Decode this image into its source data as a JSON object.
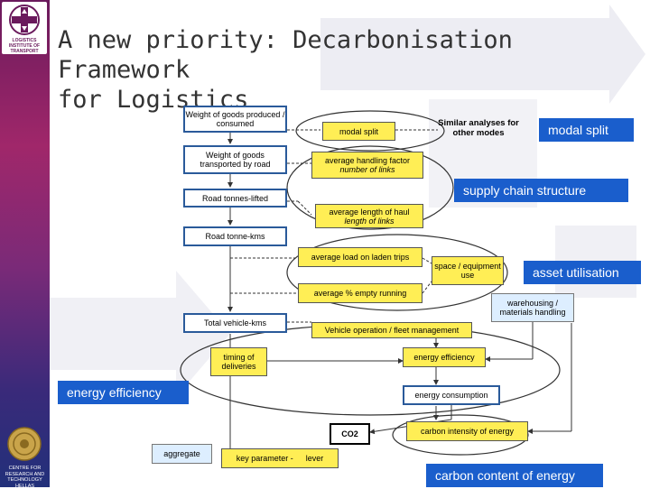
{
  "slide": {
    "title_line1": "A new priority: Decarbonisation Framework",
    "title_line2": "for Logistics"
  },
  "logos": {
    "top_text": "LOGISTICS INSTITUTE OF TRANSPORT",
    "bottom_text_1": "CENTRE FOR",
    "bottom_text_2": "RESEARCH AND",
    "bottom_text_3": "TECHNOLOGY",
    "bottom_text_4": "HELLAS"
  },
  "diagram": {
    "chain": {
      "weight_produced": "Weight of goods produced / consumed",
      "weight_transported": "Weight of goods transported by road",
      "tonnes_lifted": "Road tonnes-lifted",
      "tonne_kms": "Road tonne-kms",
      "vehicle_kms": "Total vehicle-kms"
    },
    "params": {
      "modal_split": "modal split",
      "handling_factor": "average handling factor",
      "handling_factor_sub": "number of links",
      "length_of_haul": "average length of haul",
      "length_of_haul_sub": "length of links",
      "avg_load": "average load on laden trips",
      "empty_running": "average % empty running",
      "space_equipment": "space / equipment use",
      "fleet_management": "Vehicle operation / fleet management",
      "timing": "timing of deliveries",
      "energy_efficiency": "energy efficiency",
      "carbon_intensity": "carbon intensity of energy",
      "key_parameter": "key parameter -",
      "lever": "lever"
    },
    "light": {
      "warehousing": "warehousing / materials handling"
    },
    "outputs": {
      "energy_consumption": "energy consumption",
      "co2": "CO2",
      "aggregate": "aggregate"
    },
    "note": "Similar analyses for other modes",
    "category_labels": {
      "modal_split": "modal split",
      "supply_chain": "supply chain structure",
      "asset_utilisation": "asset utilisation",
      "energy_efficiency": "energy efficiency",
      "carbon_content": "carbon content of energy"
    },
    "colors": {
      "category_blue": "#1a5ecc",
      "lever_yellow": "#ffee55",
      "box_border": "#2a5a9a"
    }
  }
}
